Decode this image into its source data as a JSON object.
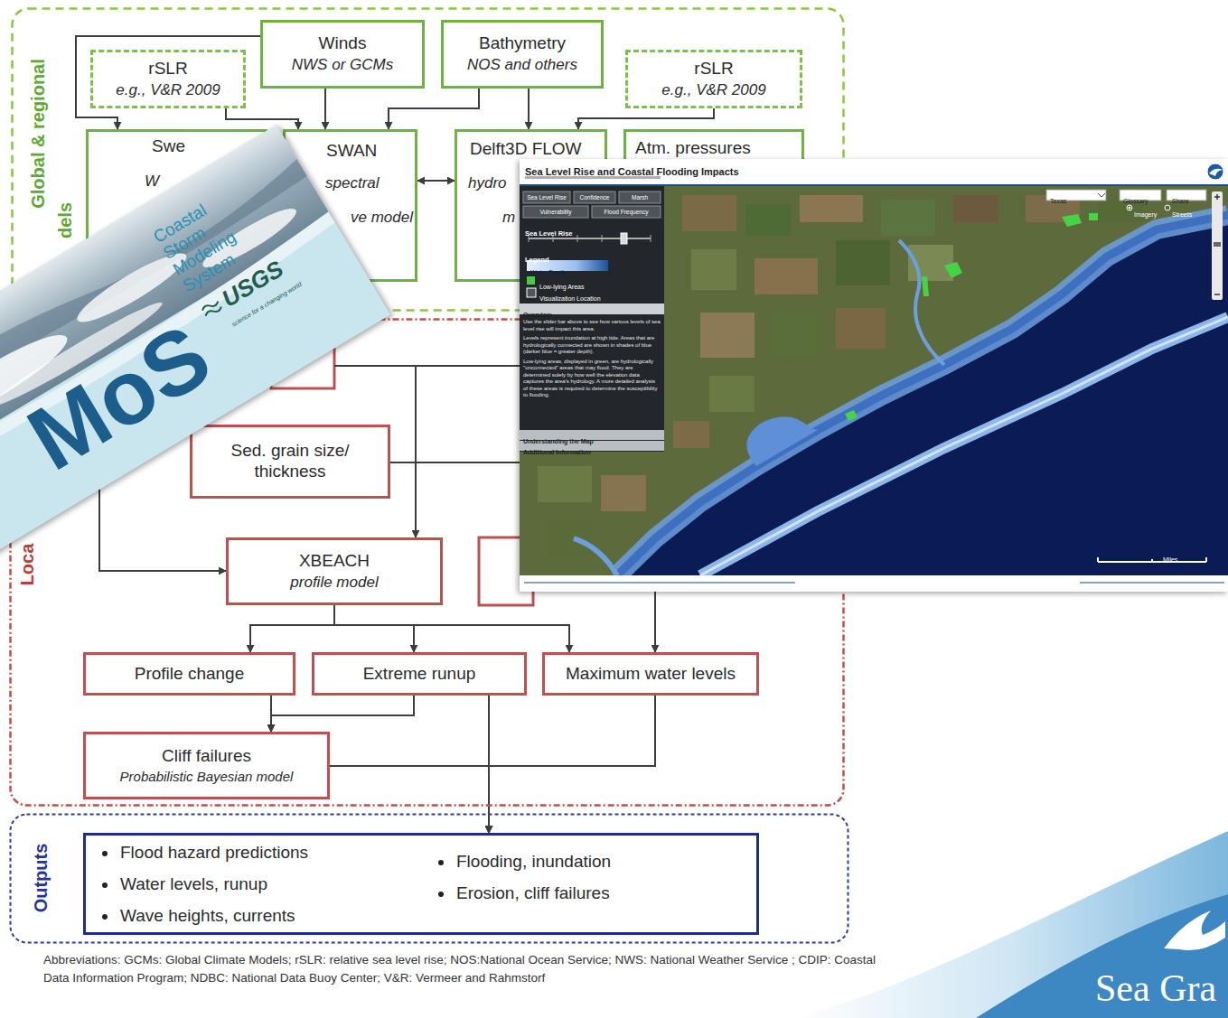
{
  "diagram": {
    "caption": "Abbreviations: GCMs: Global Climate Models; rSLR: relative sea level rise; NOS:National Ocean Service; NWS: National Weather Service ; CDIP: Coastal Data Information Program; NDBC: National Data Buoy Center; V&R: Vermeer and Rahmstorf",
    "nodes": [
      {
        "text": [
          "Global & regional",
          "dels"
        ]
      },
      {
        "text": [
          "rSLR",
          "e.g., V&R 2009"
        ],
        "in": 0
      },
      {
        "text": [
          "Winds",
          "NWS or GCMs"
        ],
        "in": 0
      },
      {
        "text": [
          "Bathymetry",
          "NOS and others"
        ],
        "in": 0
      },
      {
        "text": [
          "rSLR",
          "e.g., V&R 2009"
        ],
        "in": 0
      },
      {
        "text": [
          "Swe",
          "W"
        ],
        "in": 0
      },
      {
        "text": [
          "SWAN",
          "spectral",
          "ve model"
        ],
        "in": 0
      },
      {
        "text": [
          "Delft3D FLOW",
          "hydro",
          "m"
        ],
        "in": 0
      },
      {
        "text": [
          "Atm. pressures"
        ],
        "in": 0
      },
      {
        "text": [
          "Loca"
        ]
      },
      {
        "text": [
          "Sed. grain size/ thickness"
        ],
        "in": 9
      },
      {
        "text": [
          "XBEACH",
          "profile model"
        ],
        "in": 9
      },
      {
        "text": [
          "Profile change"
        ],
        "in": 9
      },
      {
        "text": [
          "Extreme runup"
        ],
        "in": 9
      },
      {
        "text": [
          "Maximum water levels"
        ],
        "in": 9
      },
      {
        "text": [
          "Cliff failures",
          "Probabilistic Bayesian model"
        ],
        "in": 9
      },
      {
        "text": [
          "Outputs"
        ]
      },
      {
        "text": [
          "Flood hazard predictions",
          "Water levels, runup",
          "Wave heights, currents",
          "Flooding, inundation",
          "Erosion, cliff failures"
        ],
        "in": 16
      }
    ],
    "edges": [
      {
        "from": 2,
        "to": 5,
        "arrow": "to"
      },
      {
        "from": 1,
        "to": 6,
        "arrow": "to"
      },
      {
        "from": 2,
        "to": 6,
        "arrow": "to"
      },
      {
        "from": 3,
        "to": 6,
        "arrow": "to"
      },
      {
        "from": 3,
        "to": 7,
        "arrow": "to"
      },
      {
        "from": 4,
        "to": 7,
        "arrow": "to"
      },
      {
        "from": 6,
        "to": 7,
        "arrow": "both"
      },
      {
        "from": 5,
        "to": 11,
        "arrow": "to"
      },
      {
        "from": 11,
        "to": 12,
        "arrow": "to"
      },
      {
        "from": 11,
        "to": 13,
        "arrow": "to"
      },
      {
        "from": 11,
        "to": 14,
        "arrow": "to"
      },
      {
        "from": 12,
        "to": 15,
        "arrow": "to"
      },
      {
        "from": 13,
        "to": 15,
        "arrow": "to"
      },
      {
        "from": 15,
        "to": 17,
        "arrow": "to"
      },
      {
        "from": 13,
        "to": 17,
        "arrow": "to"
      },
      {
        "from": 14,
        "to": 17,
        "arrow": "to"
      }
    ],
    "labels": [
      "MoS",
      "Coastal Storm Modeling System",
      "USGS",
      "science for a changing world",
      "Sea Level Rise and Coastal Flooding Impacts",
      "Sea Level Rise",
      "Confidence",
      "Marsh",
      "Vulnerability",
      "Flood Frequency",
      "Sea Level Rise",
      "Legend",
      "Water Depth",
      "Low-lying Areas",
      "Visualization Location",
      "Overview",
      "Use the slider bar above to see how various levels of sea level rise will impact this area.",
      "Levels represent inundation at high tide. Areas that are hydrologically connected are shown in shades of blue (darker blue = greater depth).",
      "Low-lying areas, displayed in green, are hydrologically \"unconnected\" areas that may flood. They are determined solely by how well the elevation data captures the area's hydrology. A more detailed analysis of these areas is required to determine the susceptibility to flooding.",
      "Understanding the Map",
      "Additional Information",
      "Texas",
      "Glossary",
      "Share",
      "Imagery",
      "Streets",
      "Miles",
      "Sea Gra"
    ]
  }
}
